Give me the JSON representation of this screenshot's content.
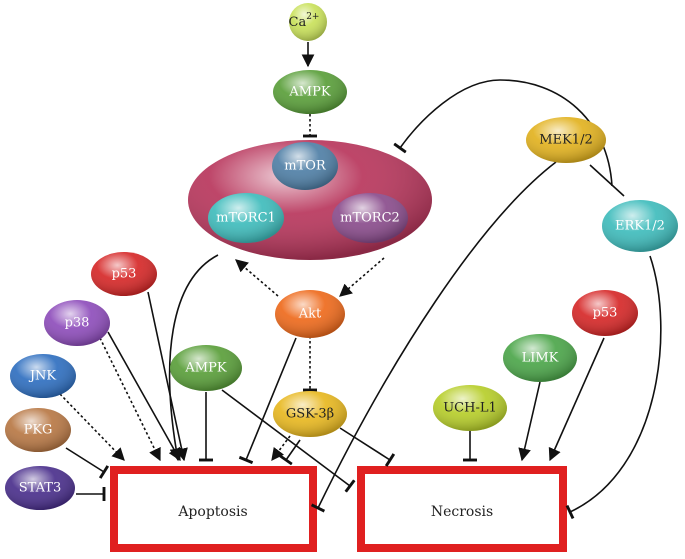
{
  "nodes": {
    "ca": {
      "label": "Ca",
      "sup": "2+"
    },
    "ampk_top": {
      "label": "AMPK"
    },
    "mtor": {
      "label": "mTOR"
    },
    "mtorc1": {
      "label": "mTORC1"
    },
    "mtorc2": {
      "label": "mTORC2"
    },
    "akt": {
      "label": "Akt"
    },
    "p53_left": {
      "label": "p53"
    },
    "p38": {
      "label": "p38"
    },
    "jnk": {
      "label": "JNK"
    },
    "pkg": {
      "label": "PKG"
    },
    "stat3": {
      "label": "STAT3"
    },
    "ampk_mid": {
      "label": "AMPK"
    },
    "gsk3b": {
      "label": "GSK-3β"
    },
    "mek12": {
      "label": "MEK1/2"
    },
    "erk12": {
      "label": "ERK1/2"
    },
    "p53_right": {
      "label": "p53"
    },
    "limk": {
      "label": "LIMK"
    },
    "uchl1": {
      "label": "UCH-L1"
    }
  },
  "outcomes": {
    "apoptosis": "Apoptosis",
    "necrosis": "Necrosis"
  },
  "colors": {
    "ca": "#c9e15a",
    "ampk": "#5a9f3a",
    "complex": "#b8365c",
    "mtor": "#4f7fa6",
    "mtorc": "#3fbcbc",
    "mtorc2": "#8a4c8c",
    "akt": "#ee6a1c",
    "p53": "#d62828",
    "p38": "#8e4dbb",
    "jnk": "#2f6fc0",
    "pkg": "#b87845",
    "stat3": "#4a2f8c",
    "gsk": "#e8b820",
    "mek": "#e2b21f",
    "erk": "#3fbcbc",
    "limk": "#4ca64a",
    "uch": "#b7ce2a",
    "box": "#e02020"
  }
}
